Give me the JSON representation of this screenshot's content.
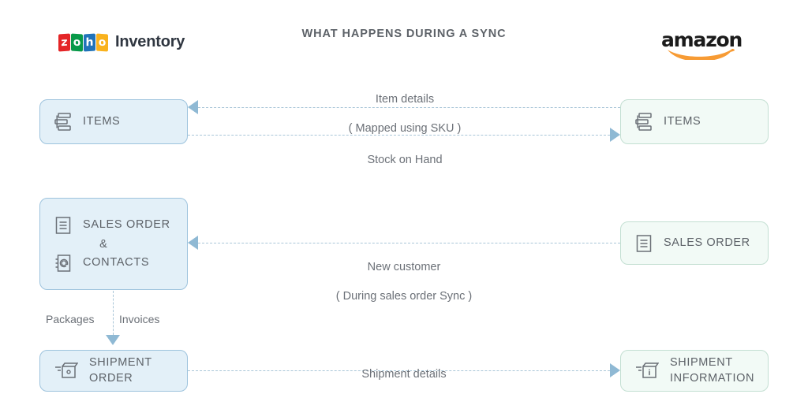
{
  "header": {
    "zoho": {
      "tiles": [
        "z",
        "o",
        "h",
        "o"
      ],
      "product": "Inventory",
      "colors": {
        "z": "#e42527",
        "o1": "#089949",
        "h": "#2073b9",
        "o2": "#f9b21d"
      }
    },
    "title": "WHAT HAPPENS DURING A SYNC",
    "amazon": {
      "wordmark": "amazon",
      "smile_color": "#f79b34"
    }
  },
  "theme": {
    "zoho_box_fill": "#e3f0f8",
    "zoho_box_border": "#9dc3dd",
    "amazon_box_fill": "#f2faf6",
    "amazon_box_border": "#c3dfd2",
    "connector_color": "#a9c6d8",
    "arrow_color": "#8fb9d4",
    "text_color": "#5d6268",
    "page_background": "#ffffff"
  },
  "nodes": {
    "items_zoho": {
      "label": "ITEMS",
      "icon": "items-icon",
      "side": "zoho"
    },
    "items_amazon": {
      "label": "ITEMS",
      "icon": "items-icon",
      "side": "amazon"
    },
    "sales_order_zoho": {
      "label_line1": "SALES ORDER",
      "ampersand": "&",
      "label_line2": "CONTACTS",
      "icon1": "document-icon",
      "icon2": "contacts-icon",
      "side": "zoho"
    },
    "sales_order_amazon": {
      "label": "SALES ORDER",
      "icon": "document-icon",
      "side": "amazon"
    },
    "shipment_order_zoho": {
      "label_line1": "SHIPMENT",
      "label_line2": "ORDER",
      "icon": "package-icon",
      "side": "zoho"
    },
    "shipment_info_amazon": {
      "label_line1": "SHIPMENT",
      "label_line2": "INFORMATION",
      "icon": "package-info-icon",
      "side": "amazon"
    }
  },
  "connectors": {
    "item_details": {
      "line1": "Item details",
      "line2": "( Mapped using SKU )",
      "direction": "amazon-to-zoho"
    },
    "stock_on_hand": {
      "line1": "Stock on Hand",
      "direction": "zoho-to-amazon"
    },
    "new_customer": {
      "line1": "New customer",
      "line2": "( During sales order Sync )",
      "direction": "amazon-to-zoho"
    },
    "packages_invoices": {
      "left_label": "Packages",
      "right_label": "Invoices",
      "direction": "down"
    },
    "shipment_details": {
      "line1": "Shipment details",
      "direction": "zoho-to-amazon"
    }
  }
}
